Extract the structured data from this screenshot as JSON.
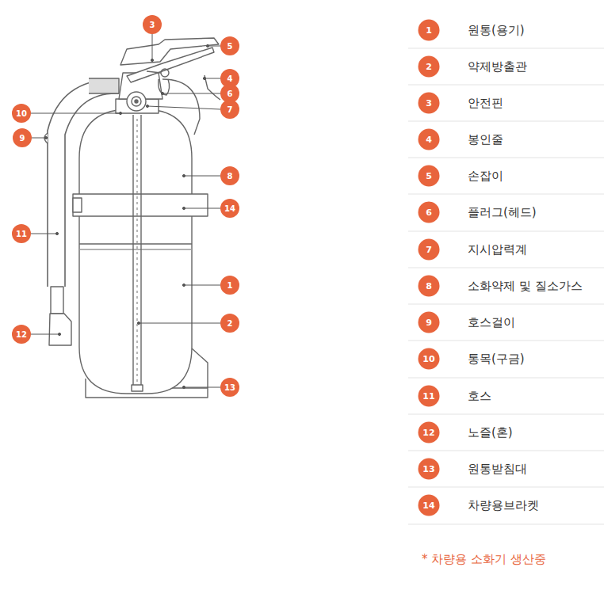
{
  "diagram": {
    "labels": [
      "3",
      "5",
      "4",
      "6",
      "7",
      "10",
      "9",
      "8",
      "14",
      "11",
      "1",
      "2",
      "12",
      "13",
      "1",
      "원통(용기)",
      "2",
      "약제방출관",
      "3",
      "안전핀",
      "4",
      "봉인줄",
      "5",
      "손잡이",
      "6",
      "플러그(헤드)",
      "7",
      "지시압력계",
      "8",
      "소화약제 및 질소가스",
      "9",
      "호스걸이",
      "10",
      "통목(구금)",
      "11",
      "호스",
      "12",
      "노즐(혼)",
      "13",
      "원통받침대",
      "14",
      "차량용브라켓",
      "* 차량용 소화기 생산중"
    ]
  }
}
